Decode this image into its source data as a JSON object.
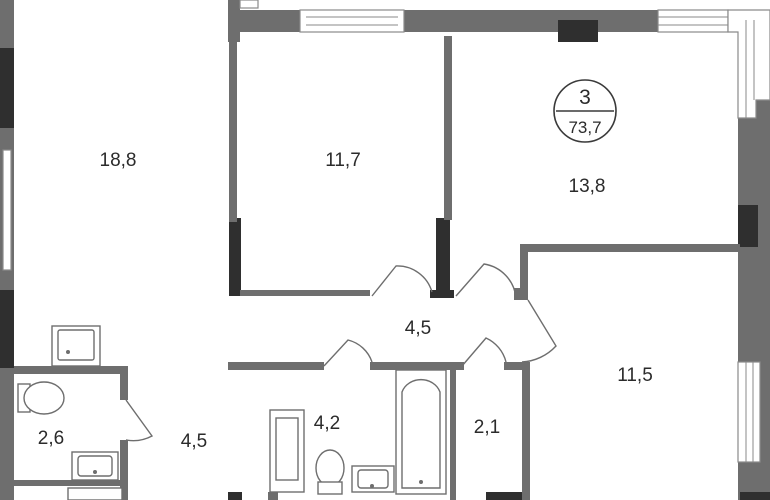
{
  "badge": {
    "rooms": "3",
    "total_area": "73,7"
  },
  "rooms": {
    "living": "18,8",
    "bedroom_1": "11,7",
    "bedroom_2": "13,8",
    "bedroom_3": "11,5",
    "hall_center": "4,5",
    "hall_left": "4,5",
    "bathroom_small": "2,6",
    "bathroom_main": "4,2",
    "storage": "2,1"
  },
  "colors": {
    "wall": "#6e6e6e",
    "dark_column": "#2f2f2f",
    "text": "#2b2b2b"
  }
}
